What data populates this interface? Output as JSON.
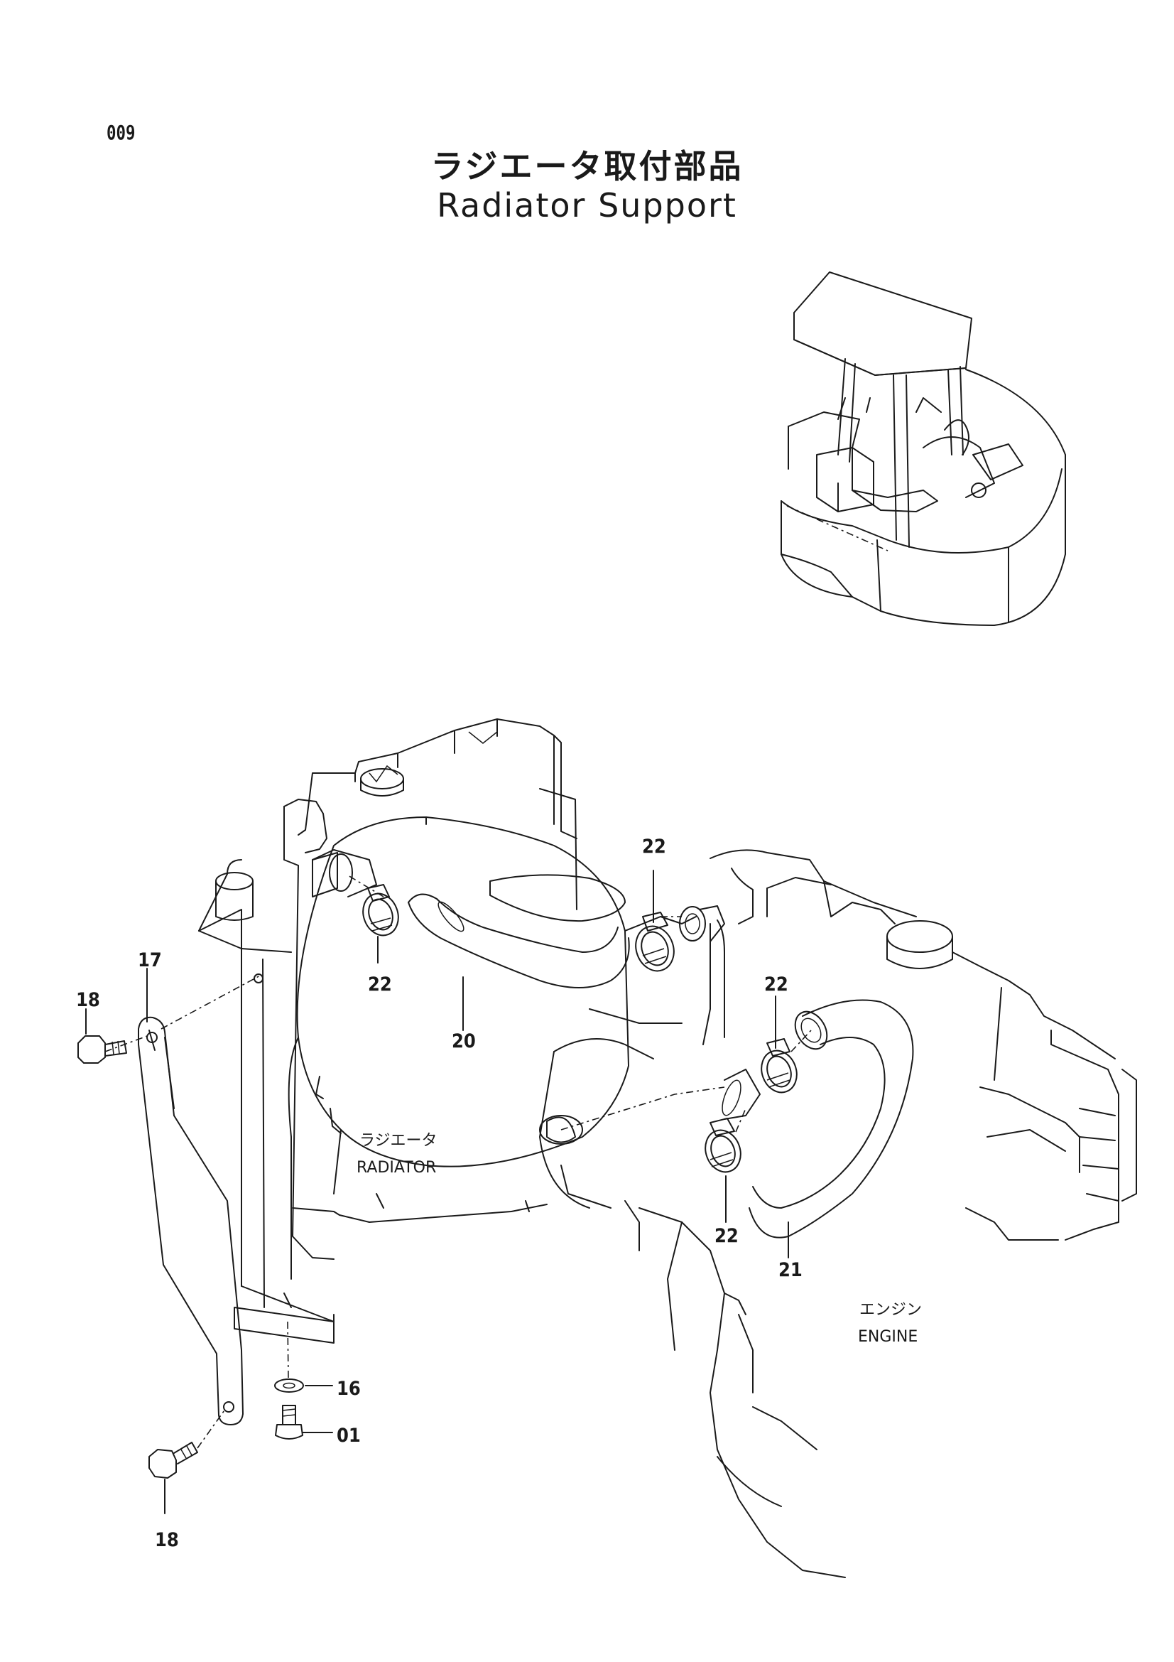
{
  "page": {
    "number": "009",
    "title_ja": "ラジエータ取付部品",
    "title_en": "Radiator Support"
  },
  "components": {
    "radiator": {
      "ja": "ラジエータ",
      "en": "RADIATOR"
    },
    "engine": {
      "ja": "エンジン",
      "en": "ENGINE"
    }
  },
  "callouts": [
    {
      "number": "17",
      "part": "stay"
    },
    {
      "number": "18",
      "part": "bolt-upper"
    },
    {
      "number": "18",
      "part": "bolt-lower"
    },
    {
      "number": "16",
      "part": "washer"
    },
    {
      "number": "01",
      "part": "bolt-mount"
    },
    {
      "number": "20",
      "part": "upper-hose"
    },
    {
      "number": "21",
      "part": "lower-hose"
    },
    {
      "number": "22",
      "part": "clamp-1"
    },
    {
      "number": "22",
      "part": "clamp-2"
    },
    {
      "number": "22",
      "part": "clamp-3"
    },
    {
      "number": "22",
      "part": "clamp-4"
    }
  ]
}
